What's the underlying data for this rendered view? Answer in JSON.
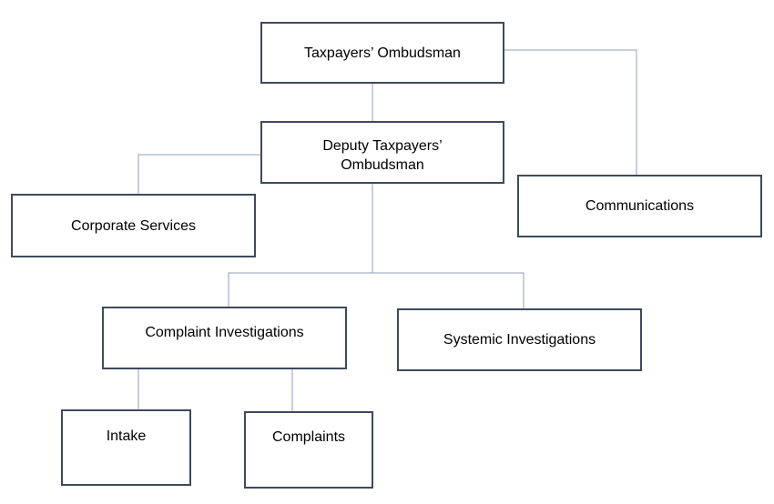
{
  "colors": {
    "box_border": "#3e4a5c",
    "connector": "#8ca0b4",
    "text": "#000000",
    "background": "#ffffff"
  },
  "nodes": {
    "ombudsman": "Taxpayers’ Ombudsman",
    "deputy_line1": "Deputy Taxpayers’",
    "deputy_line2": "Ombudsman",
    "corporate_services": "Corporate Services",
    "communications": "Communications",
    "complaint_investigations": "Complaint Investigations",
    "systemic_investigations": "Systemic Investigations",
    "intake": "Intake",
    "complaints": "Complaints"
  },
  "edges": [
    {
      "from": "ombudsman",
      "to": "deputy"
    },
    {
      "from": "ombudsman",
      "to": "communications"
    },
    {
      "from": "deputy",
      "to": "corporate_services"
    },
    {
      "from": "deputy",
      "to": "complaint_investigations"
    },
    {
      "from": "deputy",
      "to": "systemic_investigations"
    },
    {
      "from": "complaint_investigations",
      "to": "intake"
    },
    {
      "from": "complaint_investigations",
      "to": "complaints"
    }
  ]
}
